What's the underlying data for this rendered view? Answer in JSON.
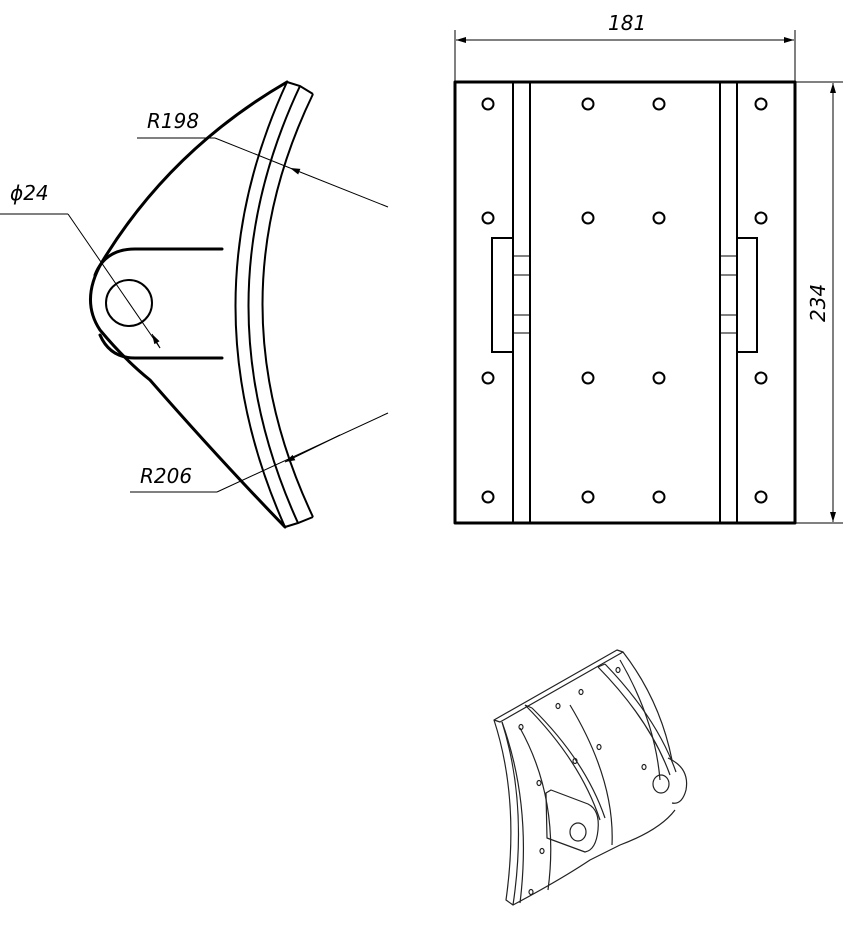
{
  "drawing": {
    "side_view": {
      "dimensions": {
        "inner_radius": "R198",
        "outer_radius": "R206",
        "hole_diameter": "ϕ24"
      }
    },
    "front_view": {
      "dimensions": {
        "width": "181",
        "height": "234"
      },
      "hole_rows": 4,
      "hole_columns": 4
    },
    "isometric_view": {}
  }
}
